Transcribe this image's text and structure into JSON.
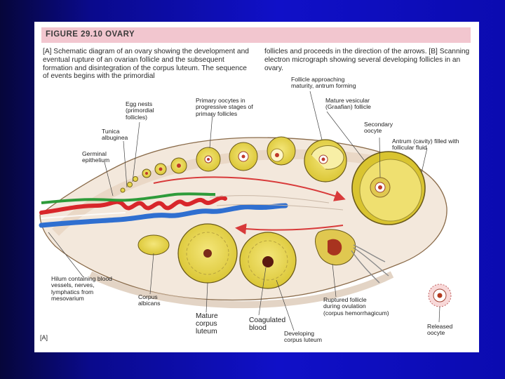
{
  "figure": {
    "title": "FIGURE 29.10  OVARY",
    "caption_left": "[A] Schematic diagram of an ovary showing the development and eventual rupture of an ovarian follicle and the subsequent formation and disintegration of the corpus luteum. The sequence of events begins with the primordial",
    "caption_right": "follicles and proceeds in the direction of the arrows. [B] Scanning electron micrograph showing several developing follicles in an ovary.",
    "panel_label": "[A]"
  },
  "labels": {
    "egg_nests": "Egg nests\n(primordial\nfollicles)",
    "primary_oocytes": "Primary oocytes in\nprogressive stages of\nprimary follicles",
    "follicle_approaching": "Follicle approaching\nmaturity, antrum forming",
    "mature_vesicular": "Mature vesicular\n(Graafian) follicle",
    "secondary_oocyte": "Secondary\noocyte",
    "antrum": "Antrum (cavity) filled with\nfollicular fluid",
    "tunica_albuginea": "Tunica\nalbuginea",
    "germinal_epithelium": "Germinal\nepithelium",
    "hilum": "Hilum containing blood\nvessels, nerves,\nlymphatics from\nmesovarium",
    "corpus_albicans": "Corpus\nalbicans",
    "mature_corpus_luteum": "Mature\ncorpus\nluteum",
    "coagulated_blood": "Coagulated\nblood",
    "developing_corpus_luteum": "Developing\ncorpus luteum",
    "ruptured_follicle": "Ruptured follicle\nduring ovulation\n(corpus hemorrhagicum)",
    "released_oocyte": "Released\noocyte"
  },
  "colors": {
    "background": "#1010c8",
    "title_bar": "#f2c6cf",
    "follicle_yellow": "#e7d64a",
    "stroma": "#f3e8dc",
    "artery": "#d8262a",
    "vein": "#2f6fd0",
    "lymph": "#2e9b3a",
    "arrow": "#d83a3a"
  }
}
